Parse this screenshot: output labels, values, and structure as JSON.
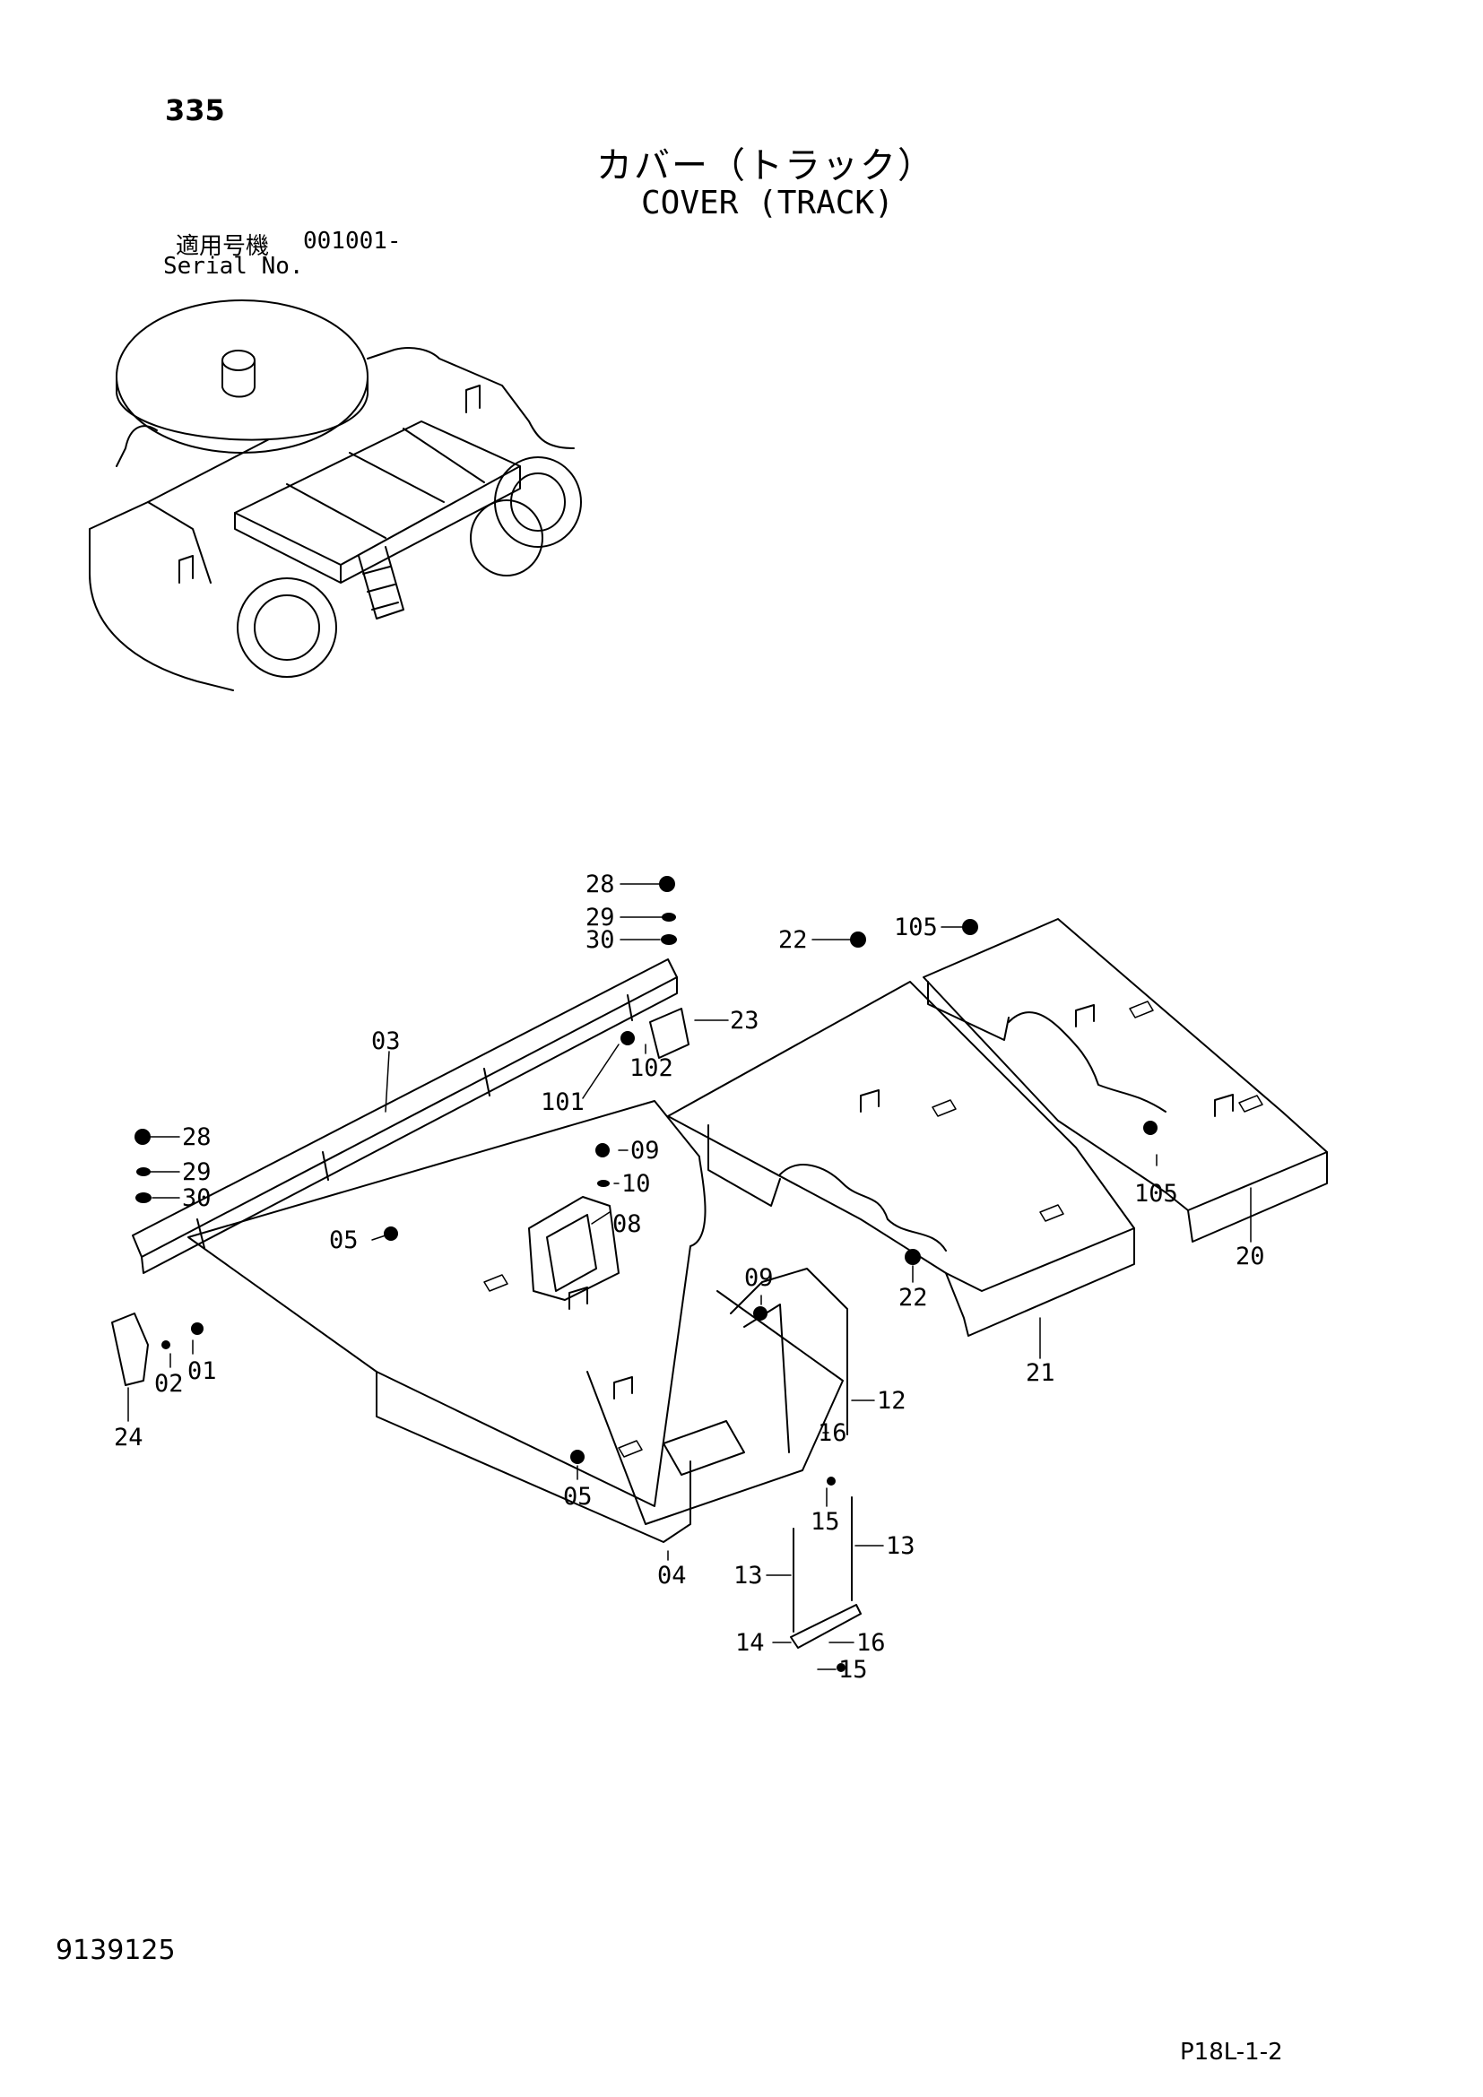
{
  "page": {
    "number": "335",
    "title_jp": "カバー（トラック）",
    "title_en": "COVER (TRACK)",
    "serial_label_jp": "適用号機",
    "serial_value": "001001-",
    "serial_label_en": "Serial No.",
    "doc_number": "9139125",
    "page_code": "P18L-1-2"
  },
  "callouts": [
    {
      "id": "28a",
      "label": "28"
    },
    {
      "id": "29a",
      "label": "29"
    },
    {
      "id": "30a",
      "label": "30"
    },
    {
      "id": "22a",
      "label": "22"
    },
    {
      "id": "105a",
      "label": "105"
    },
    {
      "id": "03",
      "label": "03"
    },
    {
      "id": "23",
      "label": "23"
    },
    {
      "id": "102",
      "label": "102"
    },
    {
      "id": "101",
      "label": "101"
    },
    {
      "id": "28b",
      "label": "28"
    },
    {
      "id": "29b",
      "label": "29"
    },
    {
      "id": "30b",
      "label": "30"
    },
    {
      "id": "09a",
      "label": "09"
    },
    {
      "id": "10",
      "label": "10"
    },
    {
      "id": "08",
      "label": "08"
    },
    {
      "id": "05a",
      "label": "05"
    },
    {
      "id": "105b",
      "label": "105"
    },
    {
      "id": "20",
      "label": "20"
    },
    {
      "id": "22b",
      "label": "22"
    },
    {
      "id": "21",
      "label": "21"
    },
    {
      "id": "09b",
      "label": "09"
    },
    {
      "id": "12",
      "label": "12"
    },
    {
      "id": "16a",
      "label": "16"
    },
    {
      "id": "02",
      "label": "02"
    },
    {
      "id": "01",
      "label": "01"
    },
    {
      "id": "24",
      "label": "24"
    },
    {
      "id": "05b",
      "label": "05"
    },
    {
      "id": "15a",
      "label": "15"
    },
    {
      "id": "13a",
      "label": "13"
    },
    {
      "id": "04",
      "label": "04"
    },
    {
      "id": "13b",
      "label": "13"
    },
    {
      "id": "14",
      "label": "14"
    },
    {
      "id": "16b",
      "label": "16"
    },
    {
      "id": "15b",
      "label": "15"
    }
  ]
}
